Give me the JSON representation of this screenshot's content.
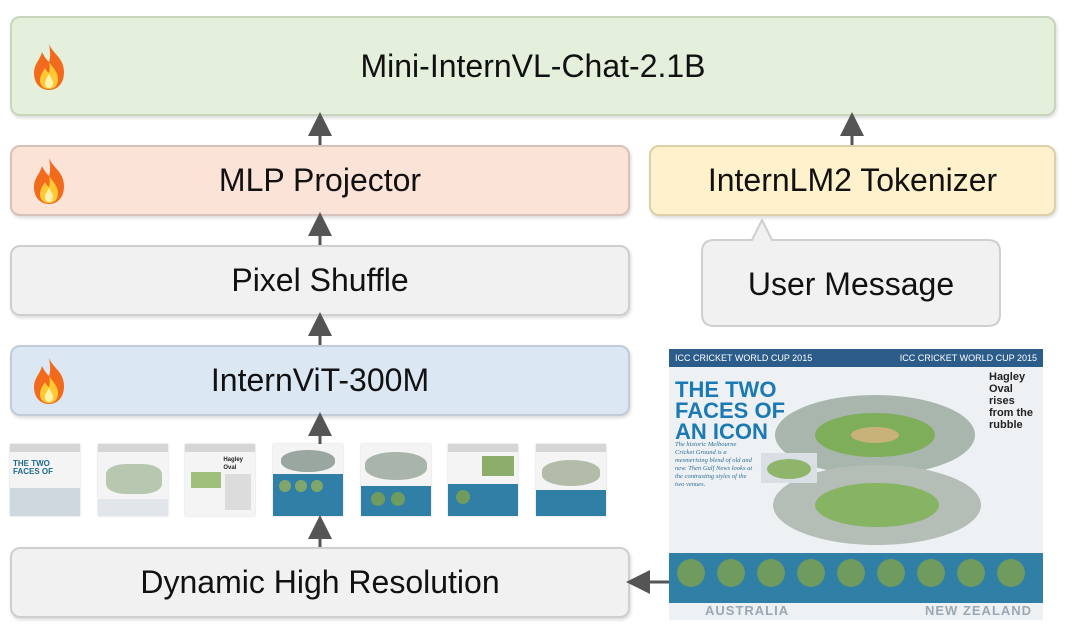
{
  "diagram": {
    "llm": {
      "label": "Mini-InternVL-Chat-2.1B",
      "trainable": true,
      "color": "#e4efdc"
    },
    "projector": {
      "label": "MLP Projector",
      "trainable": true,
      "color": "#fbe3d7"
    },
    "pixel_shuffle": {
      "label": "Pixel Shuffle",
      "trainable": false,
      "color": "#f1f1f1"
    },
    "vit": {
      "label": "InternViT-300M",
      "trainable": true,
      "color": "#dce7f4"
    },
    "dynamic": {
      "label": "Dynamic High Resolution",
      "color": "#f1f1f1"
    },
    "tokenizer": {
      "label": "InternLM2 Tokenizer",
      "color": "#fff1cc"
    },
    "user_message": {
      "label": "User Message"
    },
    "tiles": [
      {
        "title_a": "THE TWO",
        "title_b": "FACES OF"
      },
      {
        "title_a": "",
        "title_b": ""
      },
      {
        "title_a": "Hagley Oval",
        "title_b": ""
      },
      {
        "title_a": "",
        "title_b": ""
      },
      {
        "title_a": "",
        "title_b": ""
      },
      {
        "title_a": "",
        "title_b": ""
      },
      {
        "title_a": "",
        "title_b": ""
      }
    ],
    "poster": {
      "header_left": "ICC CRICKET WORLD CUP 2015",
      "header_right": "ICC CRICKET WORLD CUP 2015",
      "title_line1": "THE TWO",
      "title_line2": "FACES OF",
      "title_line3": "AN ICON",
      "side_title": "Hagley Oval rises from the rubble",
      "intro": "The historic Melbourne Cricket Ground is a mesmerising blend of old and new. Then Gulf News looks at the contrasting styles of the two venues.",
      "country_left": "AUSTRALIA",
      "country_right": "NEW ZEALAND"
    }
  }
}
